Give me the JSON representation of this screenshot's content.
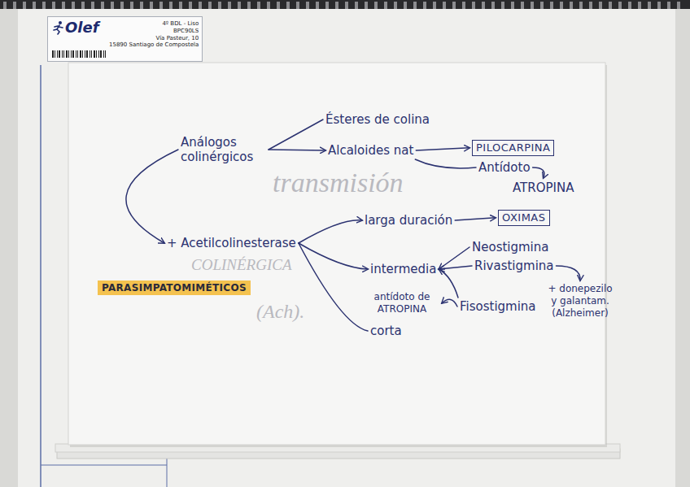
{
  "diagram": {
    "nodes": [
      {
        "text": [
          "Olef",
          "4º BDL - Liso",
          "BPC90LS",
          "Vía Pasteur, 10",
          "15890 Santiago de Compostela"
        ]
      },
      {
        "text": [
          "Análogos colinérgicos"
        ]
      },
      {
        "text": [
          "Ésteres de colina"
        ]
      },
      {
        "text": [
          "Alcaloides nat"
        ]
      },
      {
        "text": [
          "PILOCARPINA"
        ]
      },
      {
        "text": [
          "Antídoto"
        ]
      },
      {
        "text": [
          "ATROPINA"
        ]
      },
      {
        "text": [
          "+ Acetilcolinesterase"
        ]
      },
      {
        "text": [
          "larga duración"
        ]
      },
      {
        "text": [
          "OXIMAS"
        ]
      },
      {
        "text": [
          "intermedia"
        ]
      },
      {
        "text": [
          "Neostigmina"
        ]
      },
      {
        "text": [
          "Rivastigmina"
        ]
      },
      {
        "text": [
          "+ donepezilo y galantam. (Alzheimer)"
        ]
      },
      {
        "text": [
          "antídoto de ATROPINA"
        ]
      },
      {
        "text": [
          "Fisostigmina"
        ]
      },
      {
        "text": [
          "corta"
        ]
      },
      {
        "text": [
          "PARASIMPATOMIMÉTICOS"
        ]
      }
    ],
    "edges": [
      {
        "from": 1,
        "to": 2,
        "arrow": "none"
      },
      {
        "from": 1,
        "to": 3,
        "arrow": "to"
      },
      {
        "from": 3,
        "to": 4,
        "arrow": "to"
      },
      {
        "from": 3,
        "to": 5,
        "arrow": "none"
      },
      {
        "from": 5,
        "to": 6,
        "arrow": "to"
      },
      {
        "from": 1,
        "to": 7,
        "arrow": "to"
      },
      {
        "from": 7,
        "to": 8,
        "arrow": "to"
      },
      {
        "from": 7,
        "to": 10,
        "arrow": "to"
      },
      {
        "from": 7,
        "to": 16,
        "arrow": "none"
      },
      {
        "from": 8,
        "to": 9,
        "arrow": "to"
      },
      {
        "from": 11,
        "to": 10,
        "arrow": "to"
      },
      {
        "from": 12,
        "to": 10,
        "arrow": "to"
      },
      {
        "from": 15,
        "to": 10,
        "arrow": "to"
      },
      {
        "from": 15,
        "to": 14,
        "arrow": "to"
      },
      {
        "from": 12,
        "to": 13,
        "arrow": "to"
      }
    ],
    "labels": [
      "transmisión",
      "COLINÉRGICA",
      "(Ach)."
    ]
  }
}
